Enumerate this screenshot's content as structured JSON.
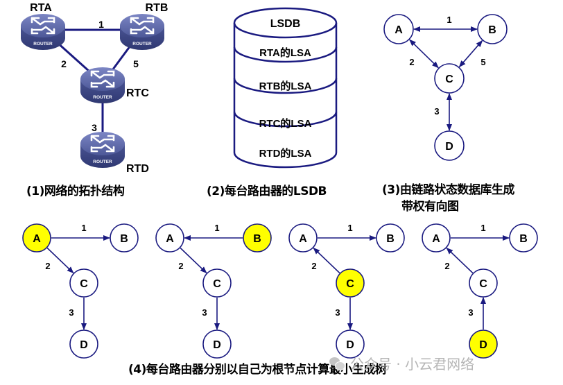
{
  "colors": {
    "line": "#1a1a80",
    "router_body": "#5c67a8",
    "router_side": "#3c4683",
    "node_fill": "#ffffff",
    "root_fill": "#ffff00",
    "text": "#000000",
    "watermark": "#b5b5b5"
  },
  "topology": {
    "caption": "(1)网络的拓扑结构",
    "router_badge": "ROUTER",
    "routers": [
      {
        "id": "RTA",
        "label": "RTA"
      },
      {
        "id": "RTB",
        "label": "RTB"
      },
      {
        "id": "RTC",
        "label": "RTC"
      },
      {
        "id": "RTD",
        "label": "RTD"
      }
    ],
    "links": [
      {
        "from": "RTA",
        "to": "RTB",
        "cost": "1"
      },
      {
        "from": "RTA",
        "to": "RTC",
        "cost": "2"
      },
      {
        "from": "RTB",
        "to": "RTC",
        "cost": "5"
      },
      {
        "from": "RTC",
        "to": "RTD",
        "cost": "3"
      }
    ]
  },
  "lsdb": {
    "caption": "(2)每台路由器的LSDB",
    "title": "LSDB",
    "entries": [
      "RTA的LSA",
      "RTB的LSA",
      "RTC的LSA",
      "RTD的LSA"
    ]
  },
  "graph": {
    "caption_line1": "(3)由链路状态数据库生成",
    "caption_line2": "带权有向图",
    "nodes": [
      "A",
      "B",
      "C",
      "D"
    ],
    "edges": [
      {
        "from": "A",
        "to": "B",
        "cost": "1",
        "bidirectional": true
      },
      {
        "from": "A",
        "to": "C",
        "cost": "2",
        "bidirectional": true
      },
      {
        "from": "B",
        "to": "C",
        "cost": "5",
        "bidirectional": true
      },
      {
        "from": "C",
        "to": "D",
        "cost": "3",
        "bidirectional": true
      }
    ]
  },
  "spf": {
    "caption": "(4)每台路由器分别以自己为根节点计算最小生成树",
    "trees": [
      {
        "root": "A",
        "edges": [
          {
            "from": "A",
            "to": "B",
            "cost": "1"
          },
          {
            "from": "A",
            "to": "C",
            "cost": "2"
          },
          {
            "from": "C",
            "to": "D",
            "cost": "3"
          }
        ]
      },
      {
        "root": "B",
        "edges": [
          {
            "from": "B",
            "to": "A",
            "cost": "1"
          },
          {
            "from": "A",
            "to": "C",
            "cost": "2"
          },
          {
            "from": "C",
            "to": "D",
            "cost": "3"
          }
        ]
      },
      {
        "root": "C",
        "edges": [
          {
            "from": "A",
            "to": "B",
            "cost": "1"
          },
          {
            "from": "C",
            "to": "A",
            "cost": "2"
          },
          {
            "from": "C",
            "to": "D",
            "cost": "3"
          }
        ]
      },
      {
        "root": "D",
        "edges": [
          {
            "from": "A",
            "to": "B",
            "cost": "1"
          },
          {
            "from": "C",
            "to": "A",
            "cost": "2"
          },
          {
            "from": "D",
            "to": "C",
            "cost": "3"
          }
        ]
      }
    ]
  },
  "watermark": {
    "icon": "wechat-icon",
    "text": "公众号 · 小云君网络"
  }
}
